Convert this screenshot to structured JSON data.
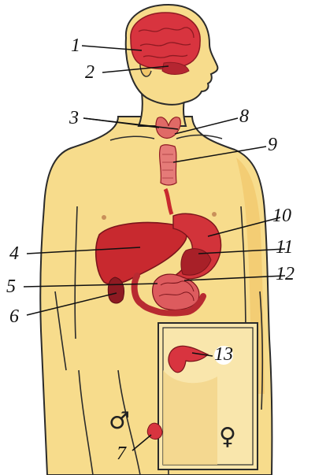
{
  "labels": {
    "l1": "1",
    "l2": "2",
    "l3": "3",
    "l4": "4",
    "l5": "5",
    "l6": "6",
    "l7": "7",
    "l8": "8",
    "l9": "9",
    "l10": "10",
    "l11": "11",
    "l12": "12",
    "l13": "13"
  },
  "symbols": {
    "male": "♂",
    "female": "♀"
  },
  "colors": {
    "skin": "#f7dc8c",
    "skin_shadow": "#f1c66a",
    "outline": "#2b2b2b",
    "organ_red": "#c8292f",
    "organ_dark": "#8e1a22",
    "brain": "#d8343f",
    "background": "#ffffff"
  }
}
